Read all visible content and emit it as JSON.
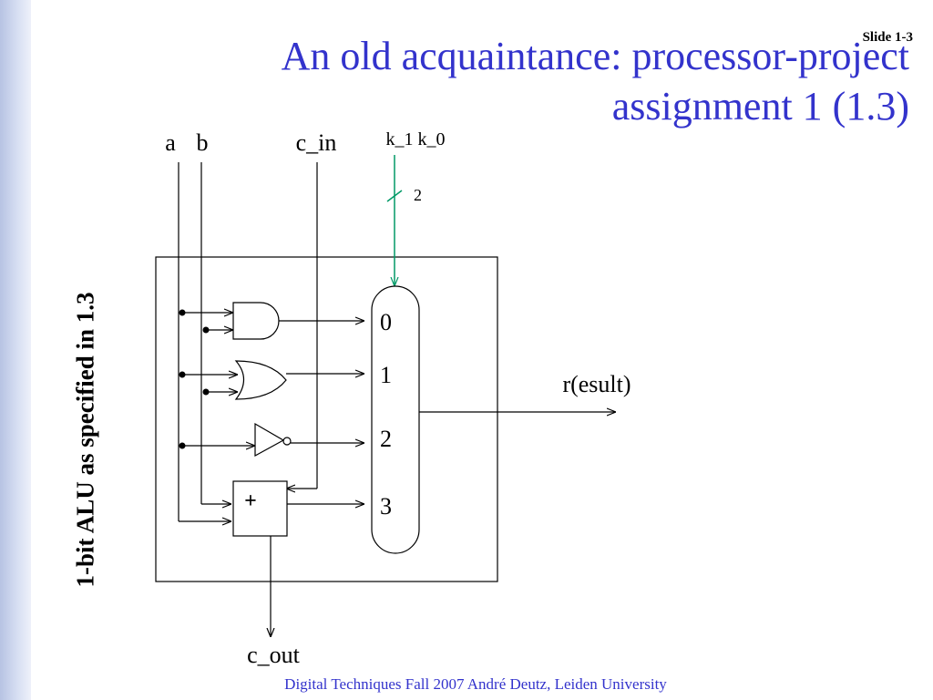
{
  "slide_number": "Slide 1-3",
  "title": {
    "line1": "An old acquaintance: processor-project",
    "line2": "assignment 1 (1.3)"
  },
  "side_label": "1-bit ALU as specified in 1.3",
  "footer": "Digital Techniques Fall 2007 André Deutz, Leiden University",
  "colors": {
    "title": "#3333cc",
    "select_wire": "#009966",
    "sidebar": "#c5cfea"
  },
  "diagram": {
    "inputs": {
      "a": "a",
      "b": "b",
      "c_in": "c_in",
      "select": "k_1 k_0"
    },
    "bus_width": "2",
    "adder_symbol": "+",
    "mux_inputs": [
      "0",
      "1",
      "2",
      "3"
    ],
    "output": "r(esult)",
    "carry_out": "c_out"
  }
}
